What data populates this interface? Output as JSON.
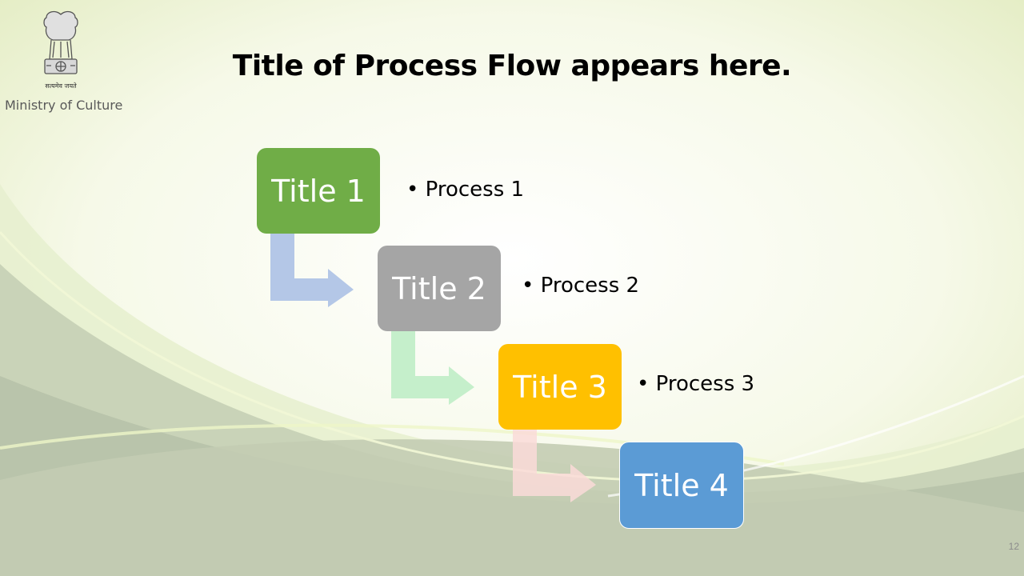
{
  "header": {
    "ministry": "Ministry of Culture",
    "emblem_motto": "सत्यमेव जयते"
  },
  "slide": {
    "title": "Title of Process Flow appears here.",
    "page_number": "12"
  },
  "flow": {
    "steps": [
      {
        "title": "Title 1",
        "process": "Process 1",
        "color": "#70AD47"
      },
      {
        "title": "Title 2",
        "process": "Process 2",
        "color": "#A5A5A5"
      },
      {
        "title": "Title 3",
        "process": "Process 3",
        "color": "#FFC000"
      },
      {
        "title": "Title 4",
        "process": "",
        "color": "#5B9BD5"
      }
    ],
    "arrow_colors": [
      "#B4C7E7",
      "#C5EFCB",
      "#FADBD8"
    ]
  }
}
